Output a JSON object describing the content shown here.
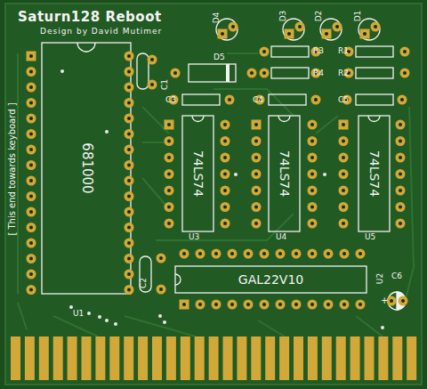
{
  "diagram": {
    "title": "Saturn128 Reboot",
    "nodes": [
      {
        "text": [
          "681000"
        ]
      },
      {
        "text": [
          "74LS74"
        ]
      },
      {
        "text": [
          "74LS74"
        ]
      },
      {
        "text": [
          "74LS74"
        ]
      },
      {
        "text": [
          "GAL22V10"
        ]
      }
    ],
    "labels": [
      "Design by David Mutimer",
      "[ This end towards keyboard ]",
      "D4",
      "D3",
      "D2",
      "D1",
      "D5",
      "R3",
      "R1",
      "R4",
      "R2",
      "C1",
      "C3",
      "C4",
      "C5",
      "C2",
      "C6",
      "+",
      "U1",
      "U3",
      "U4",
      "U5",
      "U2"
    ]
  }
}
